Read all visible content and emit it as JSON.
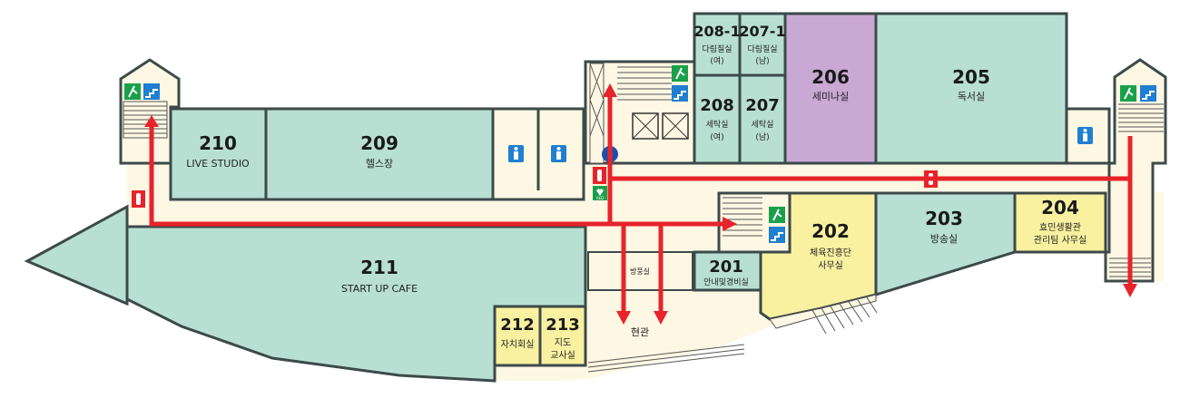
{
  "colors": {
    "room": "#b8e0d2",
    "corridor": "#fdf7e3",
    "seminar": "#c9a8d4",
    "office": "#f9f0a0",
    "wall": "#3c4a4a",
    "route": "#e8232b",
    "restroom": "#1f7fd1",
    "exit": "#1aa04a"
  },
  "rooms": {
    "r210": {
      "number": "210",
      "name": "LIVE STUDIO"
    },
    "r209": {
      "number": "209",
      "name": "헬스장"
    },
    "r211": {
      "number": "211",
      "name": "START UP CAFE"
    },
    "r212": {
      "number": "212",
      "name": "자치회실"
    },
    "r213": {
      "number": "213",
      "name1": "지도",
      "name2": "교사실"
    },
    "r208_1": {
      "number": "208-1",
      "name1": "다림질실",
      "name2": "(여)"
    },
    "r207_1": {
      "number": "207-1",
      "name1": "다림질실",
      "name2": "(남)"
    },
    "r208": {
      "number": "208",
      "name1": "세탁실",
      "name2": "(여)"
    },
    "r207": {
      "number": "207",
      "name1": "세탁실",
      "name2": "(남)"
    },
    "r206": {
      "number": "206",
      "name": "세미나실"
    },
    "r205": {
      "number": "205",
      "name": "독서실"
    },
    "r202": {
      "number": "202",
      "name1": "체육진흥단",
      "name2": "사무실"
    },
    "r203": {
      "number": "203",
      "name": "방송실"
    },
    "r204": {
      "number": "204",
      "name1": "효민생활관",
      "name2": "관리팀 사무실"
    },
    "r201": {
      "number": "201",
      "name": "안내및경비실"
    }
  },
  "labels": {
    "entrance": "현관",
    "windbreak": "방풍실",
    "aed": "AED"
  },
  "icons": [
    "restroom-icon",
    "fire-extinguisher-icon",
    "emergency-exit-icon",
    "stairs-icon",
    "elevator-icon",
    "aed-icon",
    "evacuation-arrow"
  ]
}
